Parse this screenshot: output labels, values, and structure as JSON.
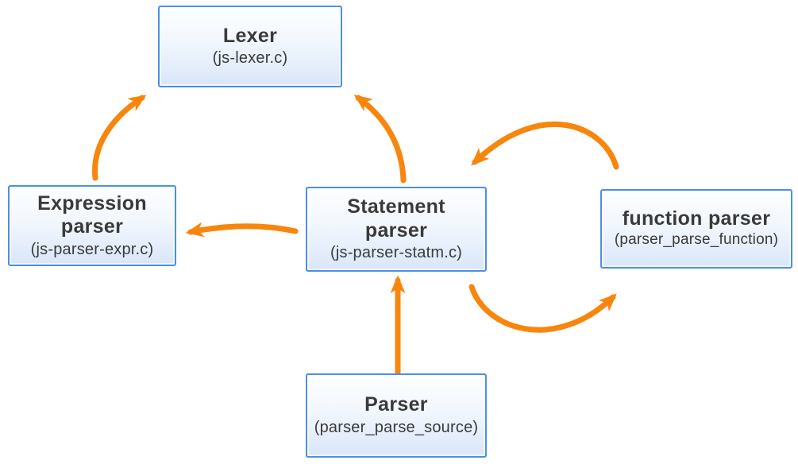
{
  "diagram": {
    "colors": {
      "background": "#ffffff",
      "arrow": "#F8860D",
      "box_border": "#4B90E4",
      "box_fill_top": "#FDFEFF",
      "box_fill_bottom": "#D9E6F9",
      "text": "#3A3A3A"
    },
    "nodes": [
      {
        "id": "lexer",
        "title": "Lexer",
        "subtitle": "(js-lexer.c)"
      },
      {
        "id": "expression-parser",
        "title": "Expression parser",
        "subtitle": "(js-parser-expr.c)"
      },
      {
        "id": "statement-parser",
        "title": "Statement parser",
        "subtitle": "(js-parser-statm.c)"
      },
      {
        "id": "function-parser",
        "title": "function parser",
        "subtitle": "(parser_parse_function)"
      },
      {
        "id": "parser",
        "title": "Parser",
        "subtitle": "(parser_parse_source)"
      }
    ],
    "edges": [
      {
        "from": "expression-parser",
        "to": "lexer"
      },
      {
        "from": "statement-parser",
        "to": "lexer"
      },
      {
        "from": "statement-parser",
        "to": "expression-parser"
      },
      {
        "from": "function-parser",
        "to": "statement-parser"
      },
      {
        "from": "statement-parser",
        "to": "function-parser"
      },
      {
        "from": "parser",
        "to": "statement-parser"
      }
    ]
  }
}
